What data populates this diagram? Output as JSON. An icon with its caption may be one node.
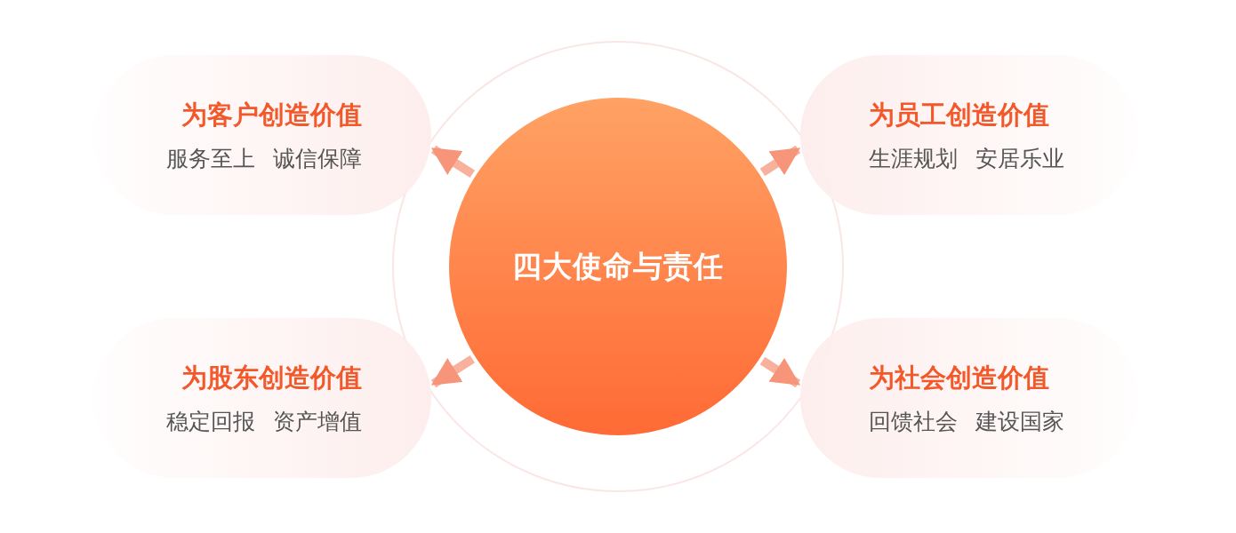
{
  "diagram": {
    "nodes": [
      {
        "text": [
          "四大使命与责任"
        ]
      },
      {
        "text": [
          "为客户创造价值",
          "服务至上 诚信保障"
        ]
      },
      {
        "text": [
          "为员工创造价值",
          "生涯规划 安居乐业"
        ]
      },
      {
        "text": [
          "为股东创造价值",
          "稳定回报 资产增值"
        ]
      },
      {
        "text": [
          "为社会创造价值",
          "回馈社会 建设国家"
        ]
      }
    ],
    "edges": [
      {
        "from": 0,
        "to": 1,
        "arrow": "to"
      },
      {
        "from": 0,
        "to": 2,
        "arrow": "to"
      },
      {
        "from": 0,
        "to": 3,
        "arrow": "to"
      },
      {
        "from": 0,
        "to": 4,
        "arrow": "to"
      }
    ]
  }
}
